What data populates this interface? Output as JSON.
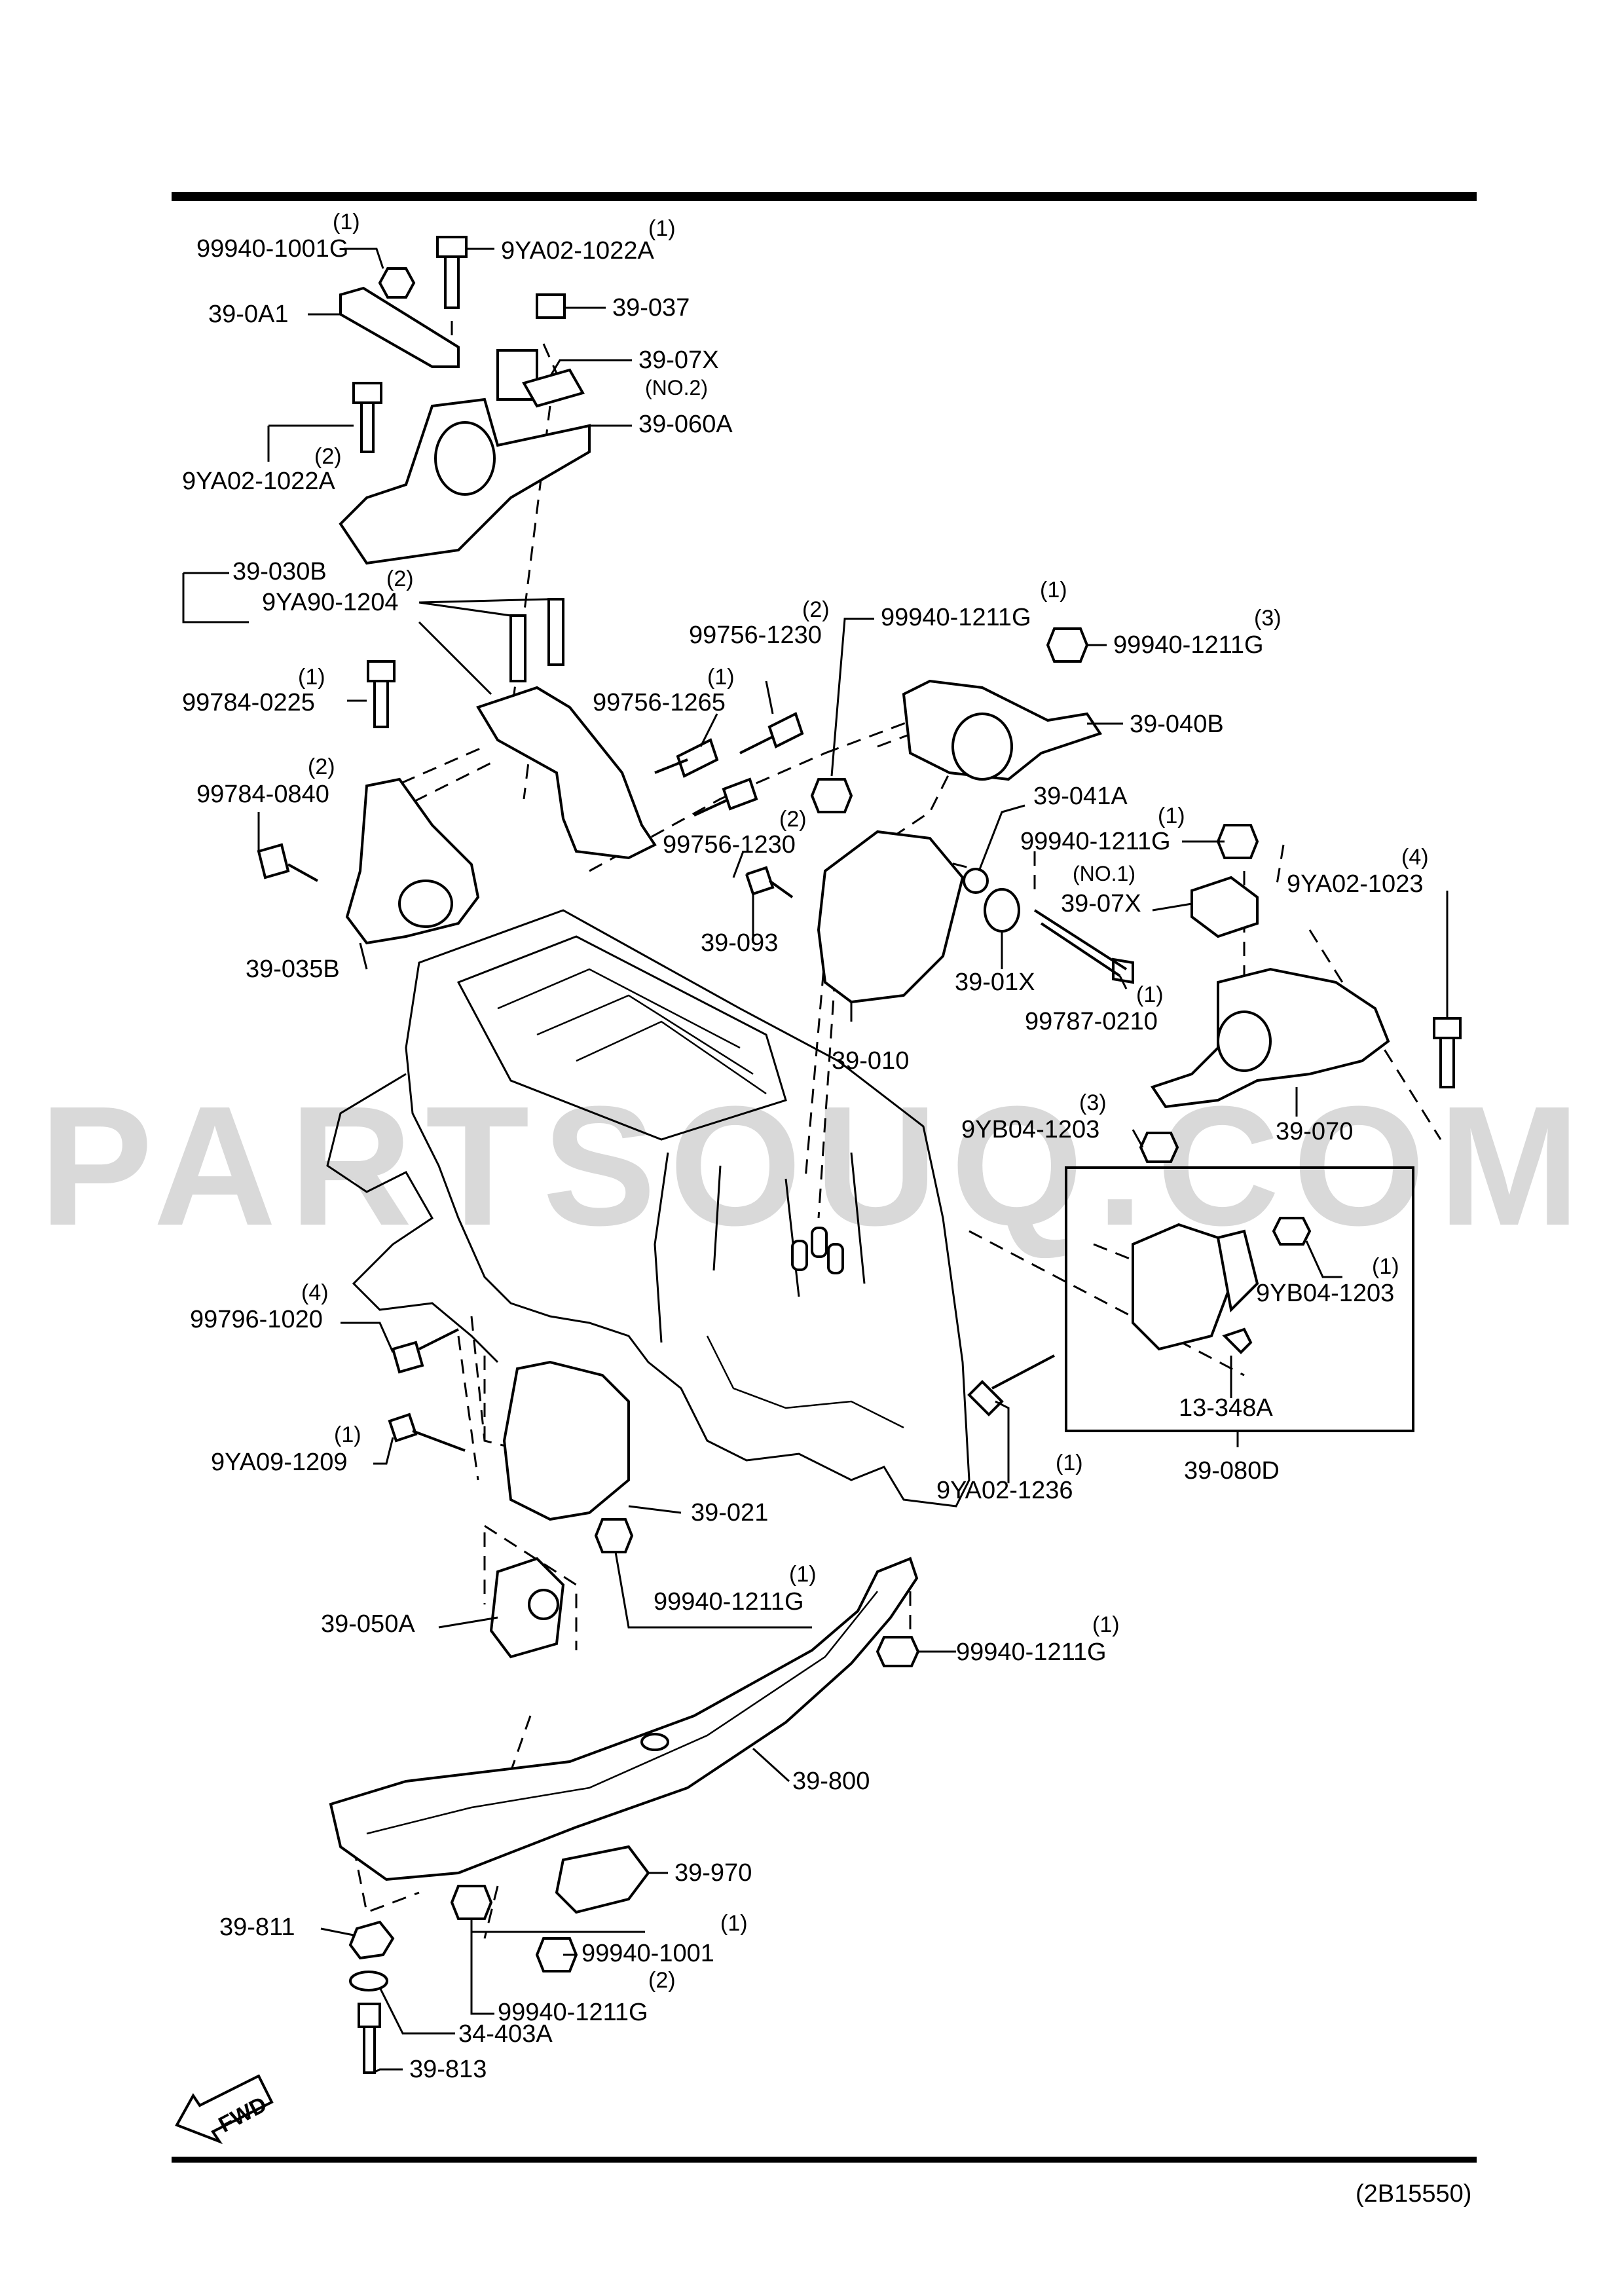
{
  "watermark": "PARTSOUQ.COM",
  "diagram_code": "(2B15550)",
  "fwd_label": "FWD",
  "parts": {
    "p99940_1001G_top": {
      "code": "99940-1001G",
      "qty": "(1)"
    },
    "p9YA02_1022A_top": {
      "code": "9YA02-1022A",
      "qty": "(1)"
    },
    "p39_0A1": {
      "code": "39-0A1"
    },
    "p39_037": {
      "code": "39-037"
    },
    "p39_07X_no2": {
      "code": "39-07X",
      "note": "(NO.2)"
    },
    "p39_060A": {
      "code": "39-060A"
    },
    "p9YA02_1022A_left": {
      "code": "9YA02-1022A",
      "qty": "(2)"
    },
    "p39_030B": {
      "code": "39-030B"
    },
    "p9YA90_1204": {
      "code": "9YA90-1204",
      "qty": "(2)"
    },
    "p99784_0225": {
      "code": "99784-0225",
      "qty": "(1)"
    },
    "p99756_1230_top": {
      "code": "99756-1230",
      "qty": "(2)"
    },
    "p99756_1265": {
      "code": "99756-1265",
      "qty": "(1)"
    },
    "p99940_1211G_a": {
      "code": "99940-1211G",
      "qty": "(1)"
    },
    "p99940_1211G_b": {
      "code": "99940-1211G",
      "qty": "(3)"
    },
    "p39_040B": {
      "code": "39-040B"
    },
    "p39_041A": {
      "code": "39-041A"
    },
    "p99784_0840": {
      "code": "99784-0840",
      "qty": "(2)"
    },
    "p99756_1230_bot": {
      "code": "99756-1230",
      "qty": "(2)"
    },
    "p99940_1211G_c": {
      "code": "99940-1211G",
      "qty": "(1)"
    },
    "p39_07X_no1": {
      "code": "39-07X",
      "note": "(NO.1)"
    },
    "p9YA02_1023": {
      "code": "9YA02-1023",
      "qty": "(4)"
    },
    "p39_093": {
      "code": "39-093"
    },
    "p39_01X": {
      "code": "39-01X"
    },
    "p99787_0210": {
      "code": "99787-0210",
      "qty": "(1)"
    },
    "p39_035B": {
      "code": "39-035B"
    },
    "p39_010": {
      "code": "39-010"
    },
    "p9YB04_1203_a": {
      "code": "9YB04-1203",
      "qty": "(3)"
    },
    "p39_070": {
      "code": "39-070"
    },
    "p9YB04_1203_b": {
      "code": "9YB04-1203",
      "qty": "(1)"
    },
    "p13_348A": {
      "code": "13-348A"
    },
    "p39_080D": {
      "code": "39-080D"
    },
    "p99796_1020": {
      "code": "99796-1020",
      "qty": "(4)"
    },
    "p9YA09_1209": {
      "code": "9YA09-1209",
      "qty": "(1)"
    },
    "p9YA02_1236": {
      "code": "9YA02-1236",
      "qty": "(1)"
    },
    "p39_021": {
      "code": "39-021"
    },
    "p99940_1211G_d": {
      "code": "99940-1211G",
      "qty": "(1)"
    },
    "p39_050A": {
      "code": "39-050A"
    },
    "p99940_1211G_e": {
      "code": "99940-1211G",
      "qty": "(1)"
    },
    "p39_800": {
      "code": "39-800"
    },
    "p39_970": {
      "code": "39-970"
    },
    "p39_811": {
      "code": "39-811"
    },
    "p99940_1001": {
      "code": "99940-1001",
      "qty": "(1)"
    },
    "p99940_1211G_f": {
      "code": "99940-1211G",
      "qty": "(2)"
    },
    "p34_403A": {
      "code": "34-403A"
    },
    "p39_813": {
      "code": "39-813"
    }
  }
}
